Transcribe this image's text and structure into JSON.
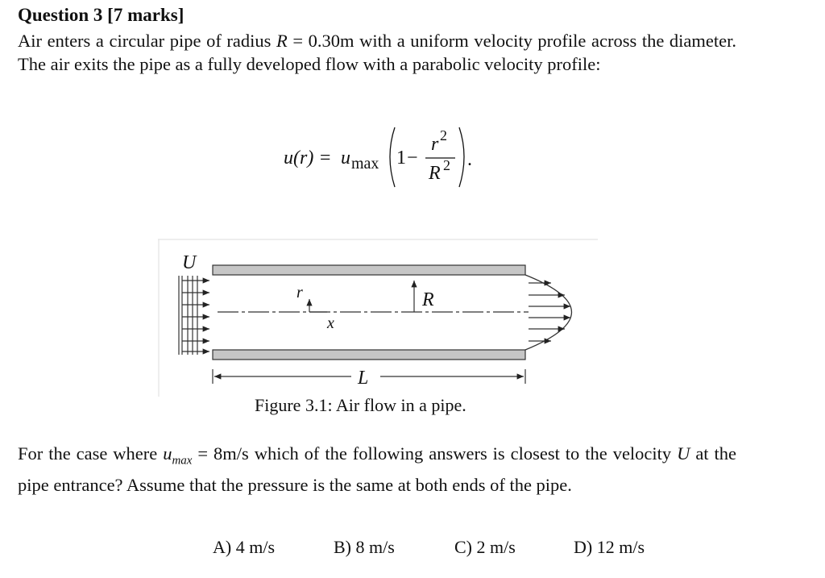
{
  "question": {
    "title": "Question 3 [7 marks]",
    "intro_1": "Air enters a circular pipe of radius ",
    "intro_R": "R",
    "intro_2": " = 0.30m with a uniform velocity profile across the diameter. The air exits the pipe as a fully developed flow with a parabolic velocity profile:"
  },
  "equation": {
    "lhs": "u(r) = ",
    "u": "u",
    "sub": "max",
    "one": "1",
    "minus": "−",
    "num": "r",
    "den": "R",
    "exp": "2",
    "end": "."
  },
  "figure": {
    "label_U": "U",
    "label_r": "r",
    "label_x": "x",
    "label_R": "R",
    "label_L": "L",
    "caption": "Figure 3.1: Air flow in a pipe."
  },
  "prompt": {
    "t1": "For the case where ",
    "umax_u": "u",
    "umax_sub": "max",
    "t2": " = 8m/s which of the following answers is closest to the velocity ",
    "U": "U",
    "t3": " at the pipe entrance? Assume that the pressure is the same at both ends of the pipe."
  },
  "answers": [
    "A) 4 m/s",
    "B) 8 m/s",
    "C)  2 m/s",
    "D) 12 m/s"
  ]
}
